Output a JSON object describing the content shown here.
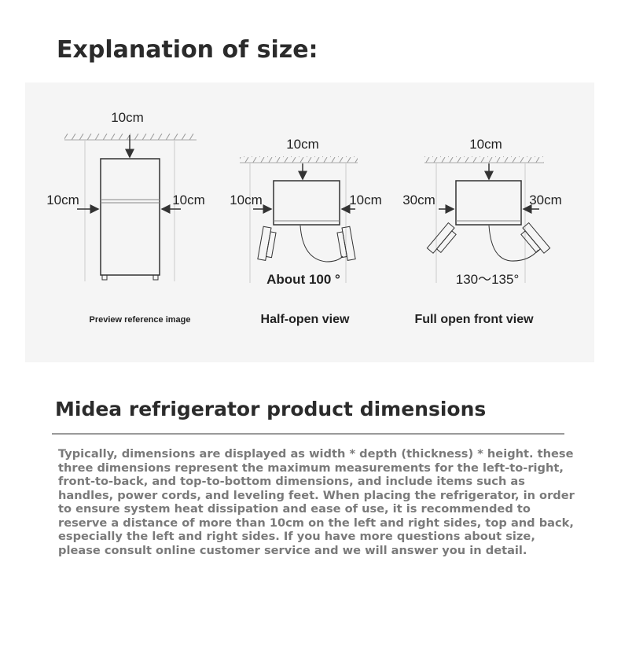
{
  "title": "Explanation of size:",
  "diagrams": [
    {
      "top": "10cm",
      "left": "10cm",
      "right": "10cm",
      "caption": "Preview reference image"
    },
    {
      "top": "10cm",
      "left": "10cm",
      "right": "10cm",
      "angle": "About 100 °",
      "caption": "Half-open view"
    },
    {
      "top": "10cm",
      "left": "30cm",
      "right": "30cm",
      "angle": "130～135°",
      "caption": "Full open front view"
    }
  ],
  "section_title": "Midea refrigerator product dimensions",
  "description": "Typically, dimensions are displayed as width * depth (thickness) * height. these three dimensions represent the maximum measurements for the left-to-right, front-to-back, and top-to-bottom dimensions, and include items such as handles, power cords, and leveling feet. When placing the refrigerator, in order to ensure system heat dissipation and ease of use, it is recommended to reserve a distance of more than 10cm on the left and right sides, top and back, especially the left and right sides. If you have more questions about size, please consult online customer service and we will answer you in detail."
}
